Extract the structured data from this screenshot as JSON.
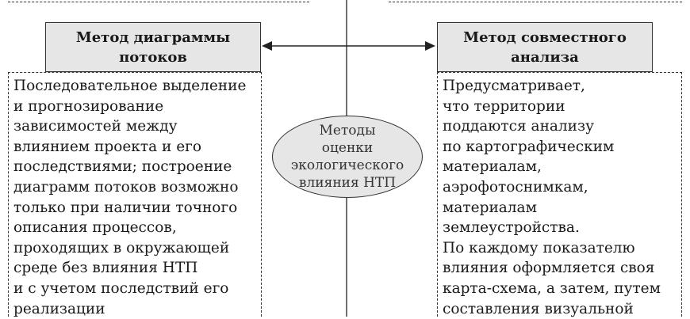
{
  "left_header": [
    "Метод диаграммы",
    "потоков"
  ],
  "right_header": [
    "Метод совместного",
    "анализа"
  ],
  "center": [
    "Методы",
    "оценки",
    "экологического",
    "влияния НТП"
  ],
  "left_text": [
    "Последовательное выделение",
    "и прогнозирование",
    "зависимостей между",
    "влиянием проекта и его",
    "последствиями; построение",
    "диаграмм потоков возможно",
    "только при наличии точного",
    "описания процессов,",
    "проходящих в окружающей",
    "среде без влияния НТП",
    "и с учетом последствий его",
    "реализации"
  ],
  "right_text": [
    "Предусматривает,",
    "что территории",
    "поддаются анализу",
    "по картографическим",
    "материалам,",
    "аэрофотоснимкам,",
    "материалам",
    "землеустройства.",
    "По каждому показателю",
    "влияния оформляется своя",
    "карта-схема, а затем, путем",
    "составления визуальной"
  ]
}
